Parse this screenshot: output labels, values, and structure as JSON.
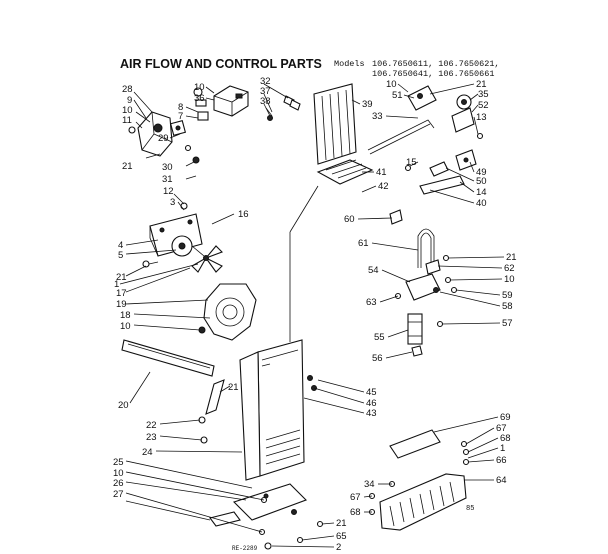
{
  "title": "AIR FLOW AND CONTROL PARTS",
  "models": {
    "label": "Models",
    "line1": "106.7650611, 106.7650621,",
    "line2": "106.7650641, 106.7650661"
  },
  "corner_code_right": "85",
  "corner_code_left": "RE-2289",
  "callouts": [
    {
      "id": "c28",
      "text": "28"
    },
    {
      "id": "c9",
      "text": "9"
    },
    {
      "id": "c10a",
      "text": "10"
    },
    {
      "id": "c11",
      "text": "11"
    },
    {
      "id": "c10b",
      "text": "10"
    },
    {
      "id": "c36",
      "text": "36"
    },
    {
      "id": "c8",
      "text": "8"
    },
    {
      "id": "c7",
      "text": "7"
    },
    {
      "id": "c32",
      "text": "32"
    },
    {
      "id": "c37",
      "text": "37"
    },
    {
      "id": "c38",
      "text": "38"
    },
    {
      "id": "c39",
      "text": "39"
    },
    {
      "id": "c29",
      "text": "29"
    },
    {
      "id": "c21a",
      "text": "21"
    },
    {
      "id": "c30",
      "text": "30"
    },
    {
      "id": "c31",
      "text": "31"
    },
    {
      "id": "c12",
      "text": "12"
    },
    {
      "id": "c3",
      "text": "3"
    },
    {
      "id": "c16",
      "text": "16"
    },
    {
      "id": "c4",
      "text": "4"
    },
    {
      "id": "c5",
      "text": "5"
    },
    {
      "id": "c21b",
      "text": "21"
    },
    {
      "id": "c1",
      "text": "1"
    },
    {
      "id": "c17",
      "text": "17"
    },
    {
      "id": "c19",
      "text": "19"
    },
    {
      "id": "c18",
      "text": "18"
    },
    {
      "id": "c10c",
      "text": "10"
    },
    {
      "id": "c20",
      "text": "20"
    },
    {
      "id": "c21c",
      "text": "21"
    },
    {
      "id": "c22",
      "text": "22"
    },
    {
      "id": "c23",
      "text": "23"
    },
    {
      "id": "c24",
      "text": "24"
    },
    {
      "id": "c25",
      "text": "25"
    },
    {
      "id": "c10d",
      "text": "10"
    },
    {
      "id": "c26",
      "text": "26"
    },
    {
      "id": "c27",
      "text": "27"
    },
    {
      "id": "c10e",
      "text": "10"
    },
    {
      "id": "c21d",
      "text": "21"
    },
    {
      "id": "c51",
      "text": "51"
    },
    {
      "id": "c33",
      "text": "33"
    },
    {
      "id": "c35",
      "text": "35"
    },
    {
      "id": "c52",
      "text": "52"
    },
    {
      "id": "c13",
      "text": "13"
    },
    {
      "id": "c15",
      "text": "15"
    },
    {
      "id": "c41",
      "text": "41"
    },
    {
      "id": "c42",
      "text": "42"
    },
    {
      "id": "c49",
      "text": "49"
    },
    {
      "id": "c50",
      "text": "50"
    },
    {
      "id": "c14",
      "text": "14"
    },
    {
      "id": "c40",
      "text": "40"
    },
    {
      "id": "c60",
      "text": "60"
    },
    {
      "id": "c61",
      "text": "61"
    },
    {
      "id": "c21e",
      "text": "21"
    },
    {
      "id": "c62",
      "text": "62"
    },
    {
      "id": "c54",
      "text": "54"
    },
    {
      "id": "c10f",
      "text": "10"
    },
    {
      "id": "c63",
      "text": "63"
    },
    {
      "id": "c59",
      "text": "59"
    },
    {
      "id": "c58",
      "text": "58"
    },
    {
      "id": "c55",
      "text": "55"
    },
    {
      "id": "c57",
      "text": "57"
    },
    {
      "id": "c56",
      "text": "56"
    },
    {
      "id": "c45",
      "text": "45"
    },
    {
      "id": "c46",
      "text": "46"
    },
    {
      "id": "c43",
      "text": "43"
    },
    {
      "id": "c69",
      "text": "69"
    },
    {
      "id": "c67a",
      "text": "67"
    },
    {
      "id": "c68a",
      "text": "68"
    },
    {
      "id": "c1b",
      "text": "1"
    },
    {
      "id": "c66",
      "text": "66"
    },
    {
      "id": "c64",
      "text": "64"
    },
    {
      "id": "c34",
      "text": "34"
    },
    {
      "id": "c67b",
      "text": "67"
    },
    {
      "id": "c68b",
      "text": "68"
    },
    {
      "id": "c21f",
      "text": "21"
    },
    {
      "id": "c65",
      "text": "65"
    },
    {
      "id": "c2",
      "text": "2"
    }
  ]
}
